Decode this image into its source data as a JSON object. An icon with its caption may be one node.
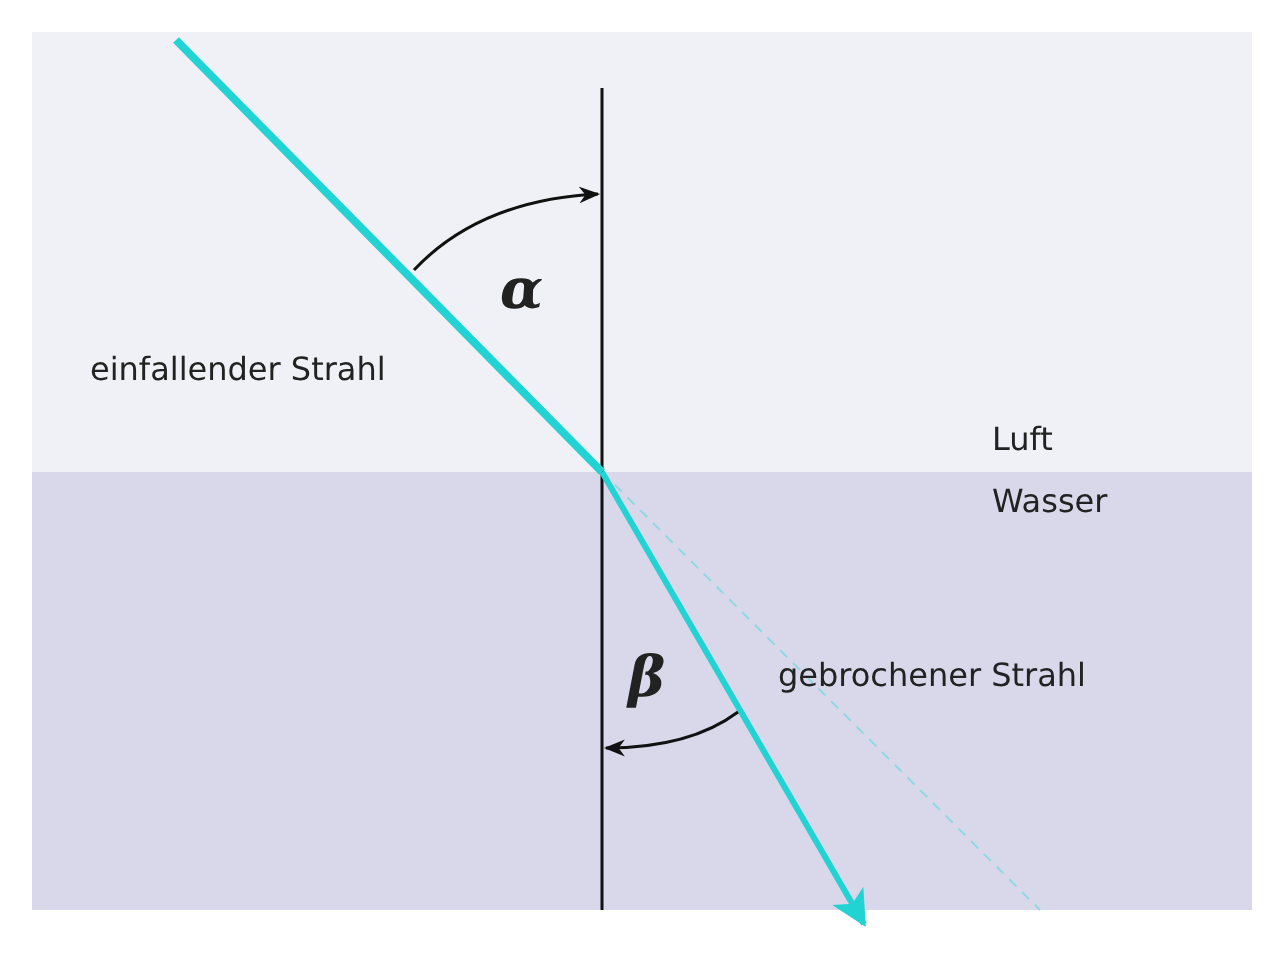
{
  "diagram": {
    "labels": [
      "einfallender Strahl",
      "α",
      "Luft",
      "Wasser",
      "β",
      "gebrochener Strahl"
    ]
  }
}
